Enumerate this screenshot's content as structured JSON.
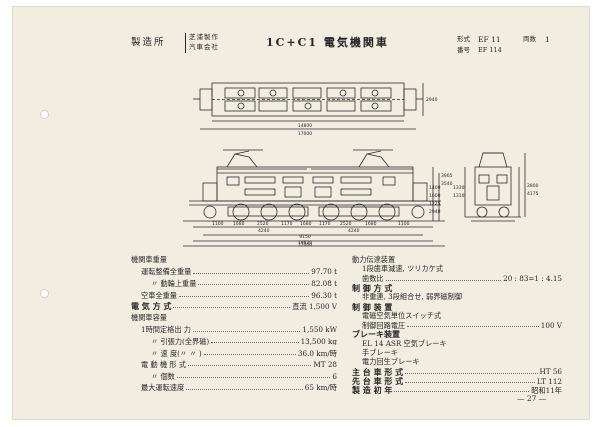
{
  "header": {
    "maker_label": "製造所",
    "maker_line1": "芝浦製作",
    "maker_line2": "汽車会社",
    "title": "1C+C1 電気機関車",
    "model_label": "形式",
    "model": "EF 11",
    "count_label": "両数",
    "count": "1",
    "number_label": "番号",
    "number": "EF 114"
  },
  "diagram": {
    "plan_dims": [
      "14800",
      "17000",
      "2940"
    ],
    "side_dims": [
      "1100",
      "1680",
      "2520",
      "1170",
      "1680",
      "1170",
      "2520",
      "1680",
      "1100",
      "4240",
      "4240",
      "9150",
      "14620",
      "17000",
      "1400",
      "1600",
      "1225",
      "2940",
      "3905",
      "3540"
    ],
    "end_dims": [
      "2800",
      "4175",
      "1330",
      "1310"
    ]
  },
  "specs_left": [
    {
      "kind": "heading",
      "label": "機関車重量"
    },
    {
      "kind": "row",
      "indent": 1,
      "label": "運転整備全重量",
      "value": "97.70 t"
    },
    {
      "kind": "row",
      "indent": 2,
      "label": "〃  動輪上重量",
      "value": "82.08 t"
    },
    {
      "kind": "row",
      "indent": 1,
      "label": "空車全重量",
      "value": "96.30 t"
    },
    {
      "kind": "row",
      "indent": 0,
      "big": true,
      "label": "電  気  方  式",
      "value": "直流 1,500 V"
    },
    {
      "kind": "heading",
      "label": "機関車容量"
    },
    {
      "kind": "row",
      "indent": 1,
      "label": "1時間定格出 力",
      "value": "1,550 kW"
    },
    {
      "kind": "row",
      "indent": 2,
      "label": "〃   引張力(全界磁)",
      "value": "13,500 kg"
    },
    {
      "kind": "row",
      "indent": 2,
      "label": "〃   速  度(〃  〃 )",
      "value": "36.0 km/時"
    },
    {
      "kind": "row",
      "indent": 1,
      "label": "電 動 機 形 式",
      "value": "MT 28"
    },
    {
      "kind": "row",
      "indent": 2,
      "label": "〃   個数",
      "value": "6"
    },
    {
      "kind": "row",
      "indent": 1,
      "label": "最大運転速度",
      "value": "65 km/時"
    }
  ],
  "specs_right": [
    {
      "kind": "heading",
      "label": "動力伝達装置"
    },
    {
      "kind": "heading",
      "indent": 1,
      "label": "1段歯車減速, ツリカケ式"
    },
    {
      "kind": "row",
      "indent": 1,
      "label": "歯数比",
      "value": "20 : 83=1 : 4.15"
    },
    {
      "kind": "heading",
      "big": true,
      "label": "制  御  方  式"
    },
    {
      "kind": "heading",
      "indent": 1,
      "label": "非重連, 3段組合せ, 弱界磁制御"
    },
    {
      "kind": "heading",
      "big": true,
      "label": "制  御  装  置"
    },
    {
      "kind": "heading",
      "indent": 1,
      "label": "電磁空気単位スイッチ式"
    },
    {
      "kind": "row",
      "indent": 1,
      "label": "制御回路電圧",
      "value": "100 V"
    },
    {
      "kind": "heading",
      "big": true,
      "label": "ブレーキ装置"
    },
    {
      "kind": "heading",
      "indent": 1,
      "label": "EL 14 ASR 空気ブレーキ"
    },
    {
      "kind": "heading",
      "indent": 1,
      "label": "手ブレーキ"
    },
    {
      "kind": "heading",
      "indent": 1,
      "label": "電力回生ブレーキ"
    },
    {
      "kind": "row",
      "indent": 0,
      "big": true,
      "label": "主 台 車 形 式",
      "value": "HT 56"
    },
    {
      "kind": "row",
      "indent": 0,
      "big": true,
      "label": "先 台 車 形 式",
      "value": "LT 112"
    },
    {
      "kind": "row",
      "indent": 0,
      "big": true,
      "label": "製  造  初  年",
      "value": "昭和11年"
    }
  ],
  "page_number": "— 27 —",
  "colors": {
    "paper": "#f2ede1",
    "ink": "#262626"
  }
}
